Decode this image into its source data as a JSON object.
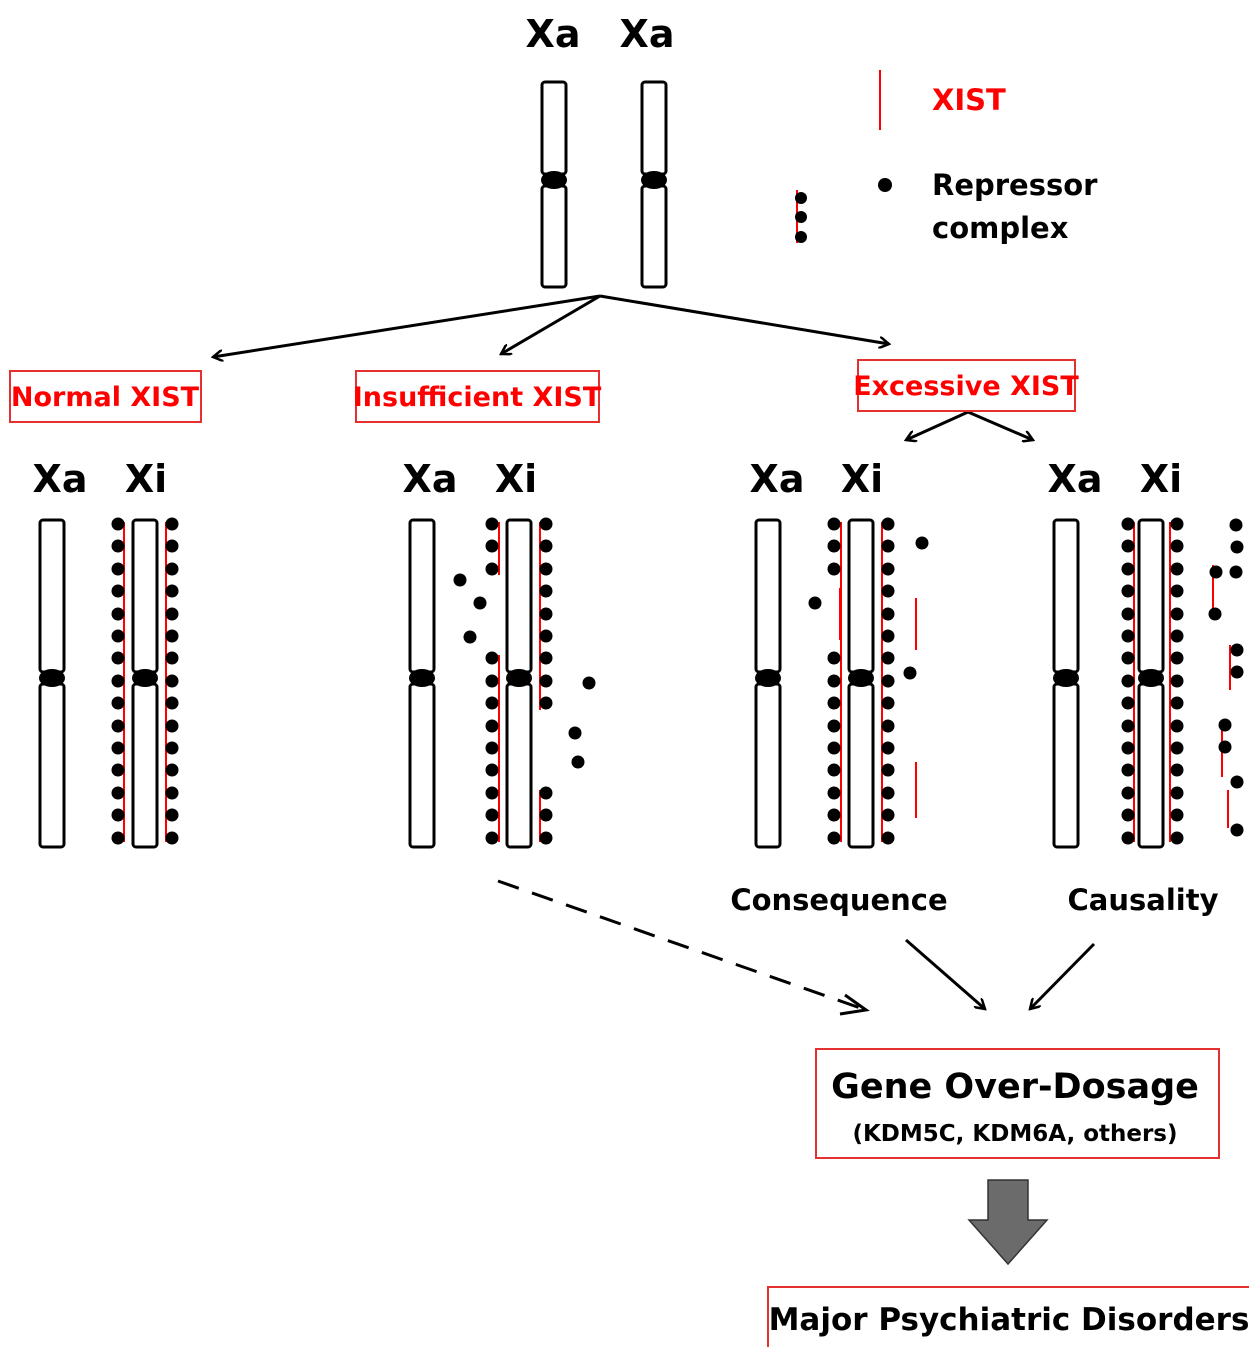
{
  "top": {
    "label_left": "Xa",
    "label_right": "Xa"
  },
  "legend": {
    "xist_label": "XIST",
    "repressor_line1": "Repressor",
    "repressor_line2": "complex"
  },
  "branches": {
    "normal": "Normal XIST",
    "insufficient": "Insufficient XIST",
    "excessive": "Excessive XIST"
  },
  "pair_labels": {
    "active": "Xa",
    "inactive": "Xi"
  },
  "sub_labels": {
    "consequence": "Consequence",
    "causality": "Causality"
  },
  "outcome": {
    "title": "Gene Over-Dosage",
    "subtitle": "(KDM5C, KDM6A, others)",
    "final": "Major Psychiatric Disorders"
  },
  "colors": {
    "xist": "#ff0000",
    "box_border": "#e53030",
    "arrow_fill": "#6b6b6b"
  }
}
